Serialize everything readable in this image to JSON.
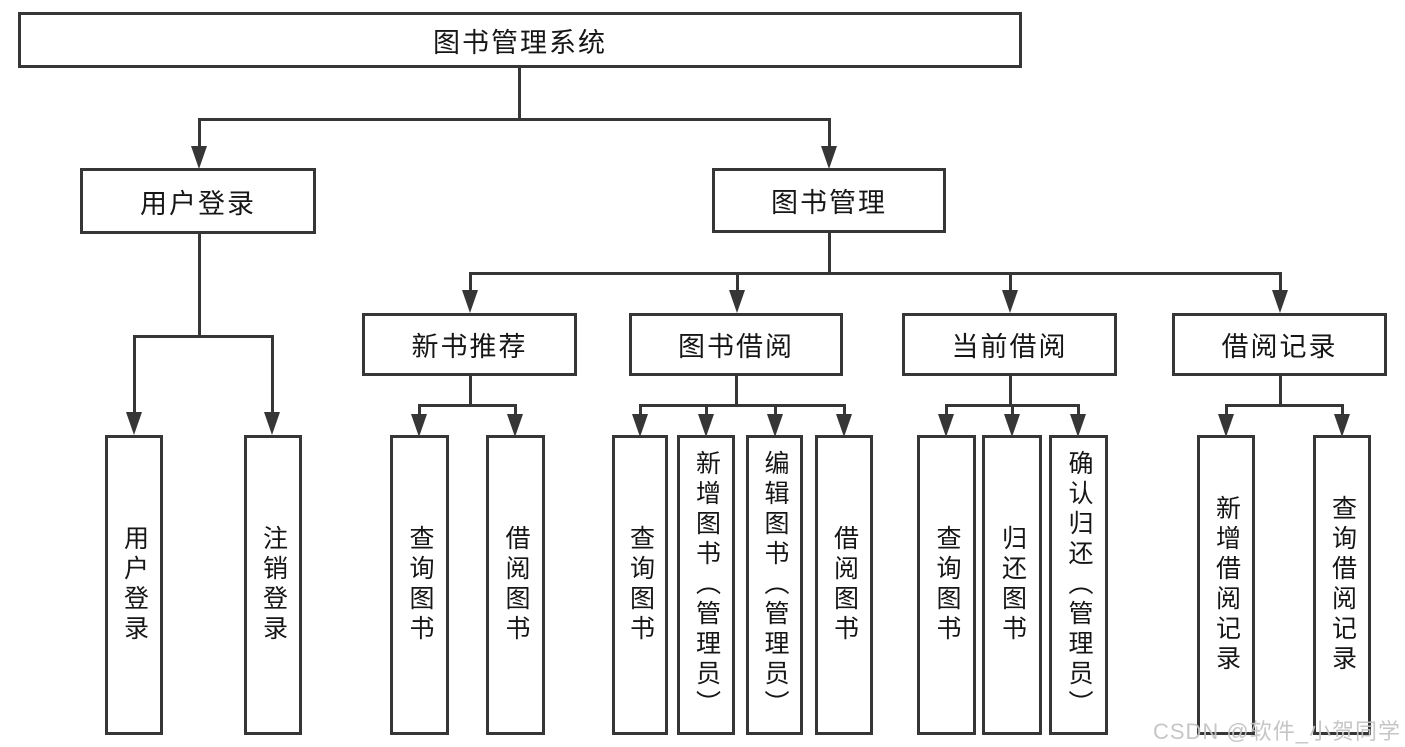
{
  "root": {
    "label": "图书管理系统"
  },
  "branches": {
    "login": {
      "label": "用户登录",
      "leaves": [
        "用户登录",
        "注销登录"
      ]
    },
    "management": {
      "label": "图书管理",
      "groups": [
        {
          "label": "新书推荐",
          "leaves": [
            "查询图书",
            "借阅图书"
          ]
        },
        {
          "label": "图书借阅",
          "leaves": [
            "查询图书",
            "新增图书（管理员）",
            "编辑图书（管理员）",
            "借阅图书"
          ]
        },
        {
          "label": "当前借阅",
          "leaves": [
            "查询图书",
            "归还图书",
            "确认归还（管理员）"
          ]
        },
        {
          "label": "借阅记录",
          "leaves": [
            "新增借阅记录",
            "查询借阅记录"
          ]
        }
      ]
    }
  },
  "watermark": "CSDN @软件_小贺同学",
  "colors": {
    "line": "#363636",
    "text": "#161616",
    "watermark": "#c3c3c3",
    "background": "#ffffff"
  }
}
